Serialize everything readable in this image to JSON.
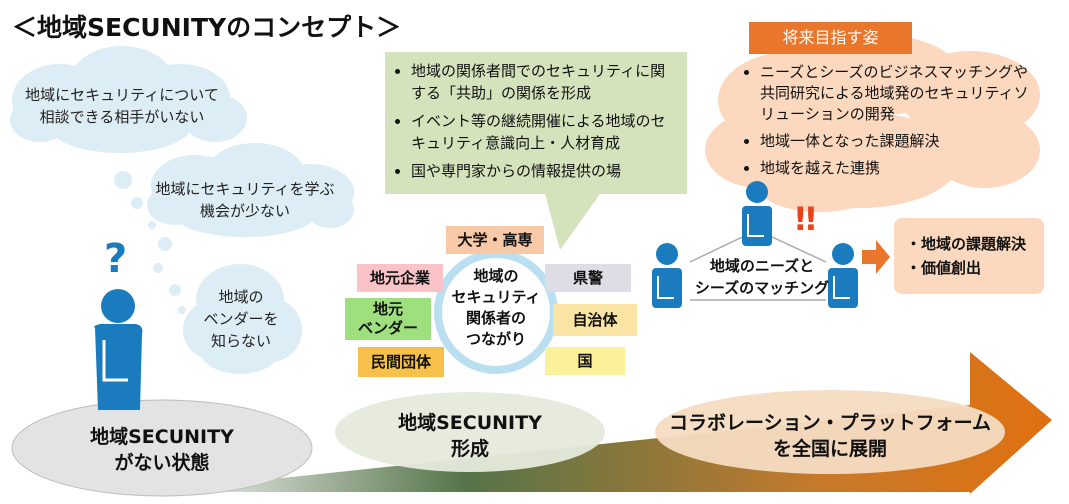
{
  "title": "＜地域SECUNITYのコンセプト＞",
  "clouds": [
    {
      "lines": [
        "地域にセキュリティについて",
        "相談できる相手がいない"
      ]
    },
    {
      "lines": [
        "地域にセキュリティを学ぶ",
        "機会が少ない"
      ]
    },
    {
      "lines": [
        "地域の",
        "ベンダーを",
        "知らない"
      ]
    }
  ],
  "question_mark": "?",
  "speech_bubble": {
    "items": [
      "地域の関係者間でのセキュリティに関する「共助」の関係を形成",
      "イベント等の継続開催による地域のセキュリティ意識向上・人材育成",
      "国や専門家からの情報提供の場"
    ]
  },
  "network": {
    "center_lines": [
      "地域の",
      "セキュリティ",
      "関係者の",
      "つながり"
    ],
    "tags": [
      {
        "label": "大学・高専",
        "color": "#f8c9a6"
      },
      {
        "label": "地元企業",
        "color": "#f9c3c7"
      },
      {
        "label": "地元\nベンダー",
        "color": "#9fe07e"
      },
      {
        "label": "民間団体",
        "color": "#f6c04b"
      },
      {
        "label": "県警",
        "color": "#dedde6"
      },
      {
        "label": "自治体",
        "color": "#f9e4a3"
      },
      {
        "label": "国",
        "color": "#fbf19b"
      }
    ]
  },
  "future_vision": {
    "title": "将来目指す姿",
    "items": [
      "ニーズとシーズのビジネスマッチングや共同研究による地域発のセキュリティソリューションの開発",
      "地域一体となった課題解決",
      "地域を越えた連携"
    ]
  },
  "matching": {
    "lines": [
      "地域のニーズと",
      "シーズのマッチング"
    ],
    "exclamation": "!!"
  },
  "results": [
    "地域の課題解決",
    "価値創出"
  ],
  "stages": [
    {
      "lines": [
        "地域SECUNITY",
        "がない状態"
      ]
    },
    {
      "lines": [
        "地域SECUNITY",
        "形成"
      ]
    },
    {
      "lines": [
        "コラボレーション・プラットフォーム",
        "を全国に展開"
      ]
    }
  ],
  "colors": {
    "person": "#1a7bbf",
    "accent_orange": "#e9762b",
    "cloud": "#dcedf5",
    "speech": "#d5e3bd",
    "arrow_start": "#2f5d3a",
    "arrow_end": "#e07010"
  },
  "icons": [
    "person-icon",
    "thought-cloud-icon",
    "big-arrow-icon",
    "small-arrow-icon"
  ]
}
